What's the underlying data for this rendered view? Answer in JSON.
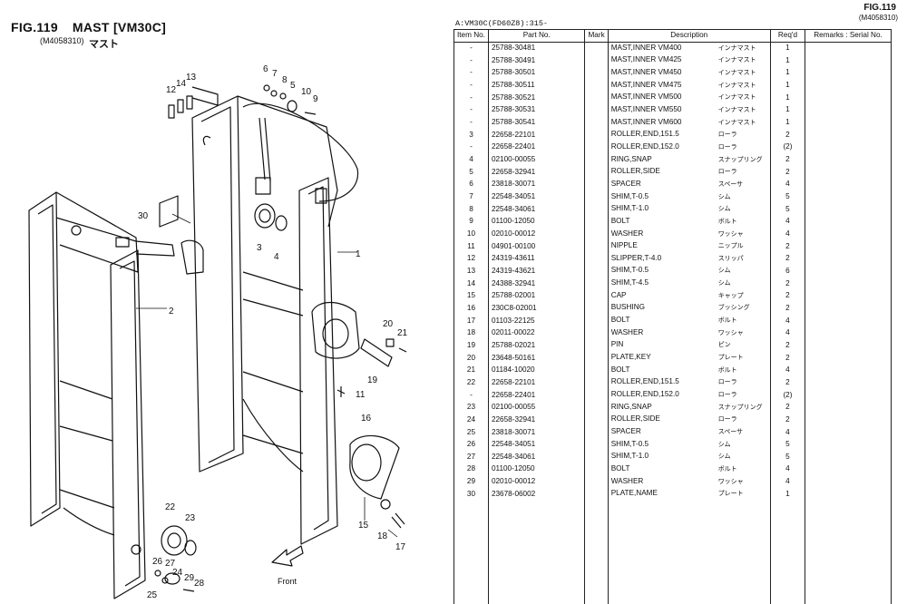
{
  "header": {
    "fig_label": "FIG.119",
    "fig_name": "MAST [VM30C]",
    "fig_code": "(M4058310)",
    "fig_name_jp": "マスト",
    "right_fig_label": "FIG.119",
    "right_fig_code": "(M4058310)"
  },
  "table": {
    "caption": "A:VM30C(FD60Z8):315-",
    "columns": [
      "Item No.",
      "Part No.",
      "Mark",
      "Description",
      "Req'd",
      "Remarks : Serial No."
    ],
    "rows": [
      {
        "item": "-",
        "part": "25788-30481",
        "mark": "",
        "desc": "MAST,INNER  VM400",
        "jp": "インナマスト",
        "qty": "1"
      },
      {
        "item": "-",
        "part": "25788-30491",
        "mark": "",
        "desc": "MAST,INNER  VM425",
        "jp": "インナマスト",
        "qty": "1"
      },
      {
        "item": "-",
        "part": "25788-30501",
        "mark": "",
        "desc": "MAST,INNER  VM450",
        "jp": "インナマスト",
        "qty": "1"
      },
      {
        "item": "-",
        "part": "25788-30511",
        "mark": "",
        "desc": "MAST,INNER  VM475",
        "jp": "インナマスト",
        "qty": "1"
      },
      {
        "item": "-",
        "part": "25788-30521",
        "mark": "",
        "desc": "MAST,INNER  VM500",
        "jp": "インナマスト",
        "qty": "1"
      },
      {
        "item": "-",
        "part": "25788-30531",
        "mark": "",
        "desc": "MAST,INNER  VM550",
        "jp": "インナマスト",
        "qty": "1"
      },
      {
        "item": "-",
        "part": "25788-30541",
        "mark": "",
        "desc": "MAST,INNER  VM600",
        "jp": "インナマスト",
        "qty": "1"
      },
      {
        "item": "3",
        "part": "22658-22101",
        "mark": "",
        "desc": "ROLLER,END,151.5",
        "jp": "ローラ",
        "qty": "2"
      },
      {
        "item": "-",
        "part": "22658-22401",
        "mark": "",
        "desc": "ROLLER,END,152.0",
        "jp": "ローラ",
        "qty": "(2)"
      },
      {
        "item": "4",
        "part": "02100-00055",
        "mark": "",
        "desc": "RING,SNAP",
        "jp": "スナップリング",
        "qty": "2"
      },
      {
        "item": "5",
        "part": "22658-32941",
        "mark": "",
        "desc": "ROLLER,SIDE",
        "jp": "ローラ",
        "qty": "2"
      },
      {
        "item": "6",
        "part": "23818-30071",
        "mark": "",
        "desc": "SPACER",
        "jp": "スペーサ",
        "qty": "4"
      },
      {
        "item": "7",
        "part": "22548-34051",
        "mark": "",
        "desc": "SHIM,T-0.5",
        "jp": "シム",
        "qty": "5"
      },
      {
        "item": "8",
        "part": "22548-34061",
        "mark": "",
        "desc": "SHIM,T-1.0",
        "jp": "シム",
        "qty": "5"
      },
      {
        "item": "9",
        "part": "01100-12050",
        "mark": "",
        "desc": "BOLT",
        "jp": "ボルト",
        "qty": "4"
      },
      {
        "item": "10",
        "part": "02010-00012",
        "mark": "",
        "desc": "WASHER",
        "jp": "ワッシャ",
        "qty": "4"
      },
      {
        "item": "11",
        "part": "04901-00100",
        "mark": "",
        "desc": "NIPPLE",
        "jp": "ニップル",
        "qty": "2"
      },
      {
        "item": "12",
        "part": "24319-43611",
        "mark": "",
        "desc": "SLIPPER,T-4.0",
        "jp": "スリッパ",
        "qty": "2"
      },
      {
        "item": "13",
        "part": "24319-43621",
        "mark": "",
        "desc": "SHIM,T-0.5",
        "jp": "シム",
        "qty": "6"
      },
      {
        "item": "14",
        "part": "24388-32941",
        "mark": "",
        "desc": "SHIM,T-4.5",
        "jp": "シム",
        "qty": "2"
      },
      {
        "item": "15",
        "part": "25788-02001",
        "mark": "",
        "desc": "CAP",
        "jp": "キャップ",
        "qty": "2"
      },
      {
        "item": "16",
        "part": "230C8-02001",
        "mark": "",
        "desc": "BUSHING",
        "jp": "ブッシング",
        "qty": "2"
      },
      {
        "item": "17",
        "part": "01103-22125",
        "mark": "",
        "desc": "BOLT",
        "jp": "ボルト",
        "qty": "4"
      },
      {
        "item": "18",
        "part": "02011-00022",
        "mark": "",
        "desc": "WASHER",
        "jp": "ワッシャ",
        "qty": "4"
      },
      {
        "item": "19",
        "part": "25788-02021",
        "mark": "",
        "desc": "PIN",
        "jp": "ピン",
        "qty": "2"
      },
      {
        "item": "20",
        "part": "23648-50161",
        "mark": "",
        "desc": "PLATE,KEY",
        "jp": "プレート",
        "qty": "2"
      },
      {
        "item": "21",
        "part": "01184-10020",
        "mark": "",
        "desc": "BOLT",
        "jp": "ボルト",
        "qty": "4"
      },
      {
        "item": "22",
        "part": "22658-22101",
        "mark": "",
        "desc": "ROLLER,END,151.5",
        "jp": "ローラ",
        "qty": "2"
      },
      {
        "item": "-",
        "part": "22658-22401",
        "mark": "",
        "desc": "ROLLER,END,152.0",
        "jp": "ローラ",
        "qty": "(2)"
      },
      {
        "item": "23",
        "part": "02100-00055",
        "mark": "",
        "desc": "RING,SNAP",
        "jp": "スナップリング",
        "qty": "2"
      },
      {
        "item": "24",
        "part": "22658-32941",
        "mark": "",
        "desc": "ROLLER,SIDE",
        "jp": "ローラ",
        "qty": "2"
      },
      {
        "item": "25",
        "part": "23818-30071",
        "mark": "",
        "desc": "SPACER",
        "jp": "スペーサ",
        "qty": "4"
      },
      {
        "item": "26",
        "part": "22548-34051",
        "mark": "",
        "desc": "SHIM,T-0.5",
        "jp": "シム",
        "qty": "5"
      },
      {
        "item": "27",
        "part": "22548-34061",
        "mark": "",
        "desc": "SHIM,T-1.0",
        "jp": "シム",
        "qty": "5"
      },
      {
        "item": "28",
        "part": "01100-12050",
        "mark": "",
        "desc": "BOLT",
        "jp": "ボルト",
        "qty": "4"
      },
      {
        "item": "29",
        "part": "02010-00012",
        "mark": "",
        "desc": "WASHER",
        "jp": "ワッシャ",
        "qty": "4"
      },
      {
        "item": "30",
        "part": "23678-06002",
        "mark": "",
        "desc": "PLATE,NAME",
        "jp": "プレート",
        "qty": "1"
      }
    ]
  },
  "drawing": {
    "callouts": [
      "1",
      "2",
      "3",
      "4",
      "5",
      "6",
      "7",
      "8",
      "9",
      "10",
      "11",
      "12",
      "13",
      "14",
      "15",
      "16",
      "17",
      "18",
      "19",
      "20",
      "21",
      "22",
      "23",
      "24",
      "25",
      "26",
      "27",
      "28",
      "29",
      "30"
    ],
    "front_label": "Front"
  }
}
